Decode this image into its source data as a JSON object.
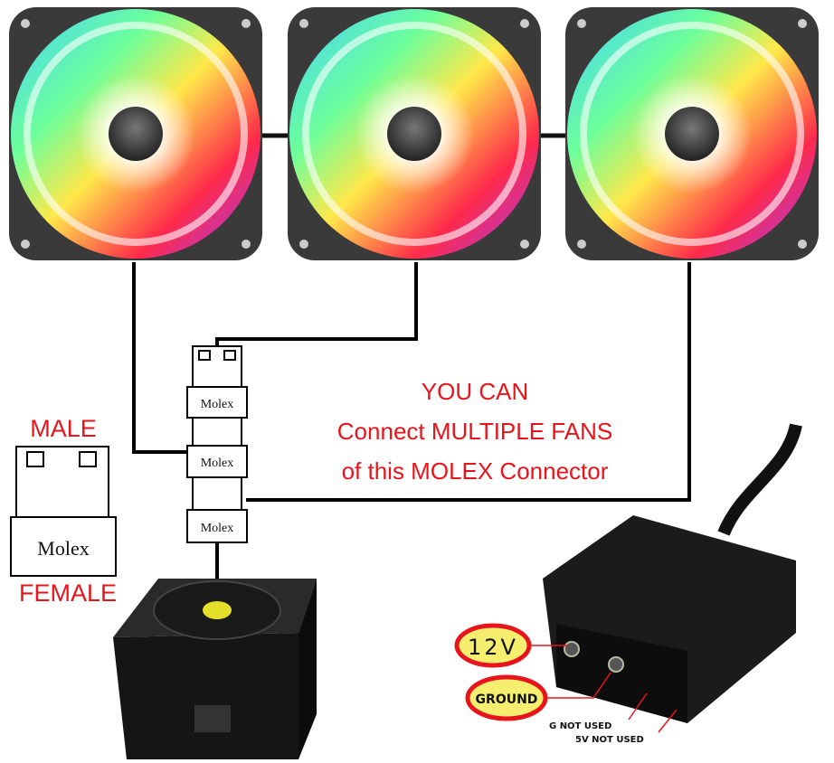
{
  "headline": {
    "line1": "YOU CAN",
    "line2": "Connect MULTIPLE FANS",
    "line3": "of this MOLEX Connector"
  },
  "legend": {
    "male": "MALE",
    "female": "FEMALE",
    "molex": "Molex"
  },
  "chain": {
    "connector_labels": [
      "Molex",
      "Molex",
      "Molex"
    ]
  },
  "pinout": {
    "pin_12v": "12V",
    "pin_ground": "GROUND",
    "g_not_used": "G NOT USED",
    "v5_not_used": "5V NOT USED"
  },
  "colors": {
    "text_red": "#e8141b",
    "callout_fill": "#f5ee6e",
    "callout_border": "#e8141b"
  }
}
